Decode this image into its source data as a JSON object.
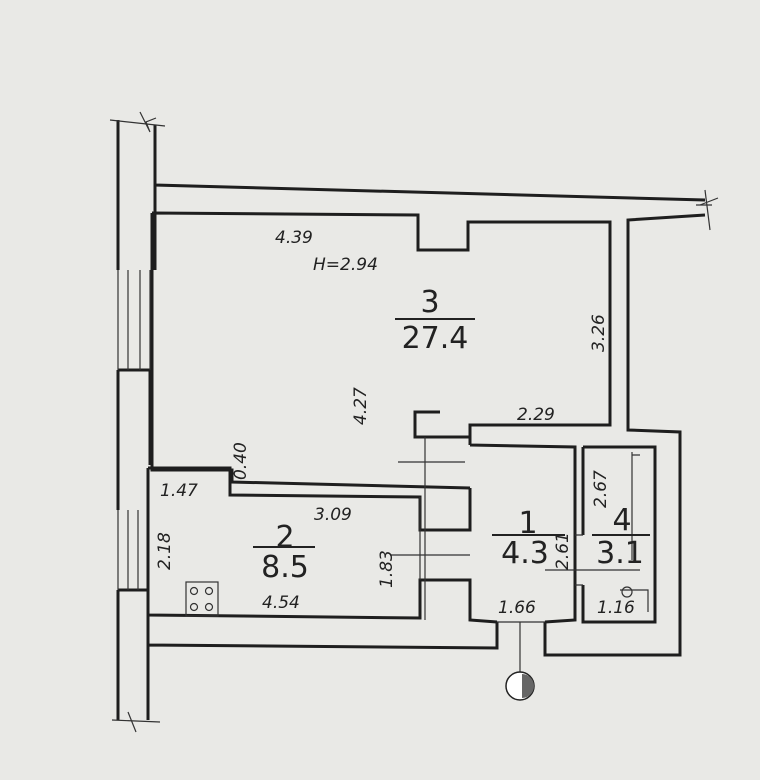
{
  "plan": {
    "ceiling_height": "H=2.94",
    "rooms": [
      {
        "number": "3",
        "area": "27.4"
      },
      {
        "number": "2",
        "area": "8.5"
      },
      {
        "number": "1",
        "area": "4.3"
      },
      {
        "number": "4",
        "area": "3.1"
      }
    ],
    "dimensions": {
      "r3_top": "4.39",
      "r3_right": "3.26",
      "r3_left": "4.27",
      "r3_bottom": "2.29",
      "niche": "0.40",
      "r2_top_left": "1.47",
      "r2_top": "3.09",
      "r2_left": "2.18",
      "r2_bottom": "4.54",
      "r2_right": "1.83",
      "r1_bottom": "1.66",
      "r1_right": "2.61",
      "r4_side": "2.67",
      "r4_bottom": "1.16"
    }
  }
}
